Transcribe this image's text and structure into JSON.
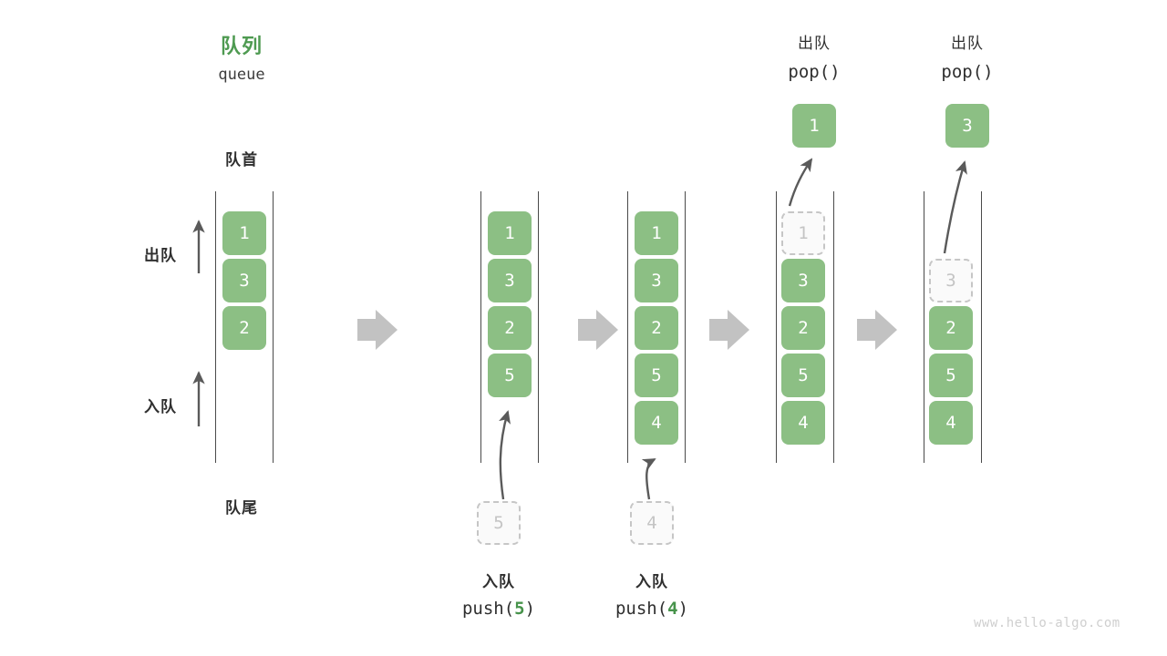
{
  "page": {
    "watermark": "www.hello-algo.com",
    "colors": {
      "node_fill": "#8cbf84",
      "node_text": "#ffffff",
      "ghost_fill": "#fafafa",
      "ghost_border": "#c6c6c6",
      "ghost_text": "#c4c4c4",
      "title_green": "#4e9a51",
      "rail": "#4a4a4a",
      "arrow_grey": "#c2c2c2",
      "thin_arrow": "#5a5a5a",
      "text": "#2f2f2f"
    }
  },
  "header": {
    "title_cn": "队列",
    "title_en": "queue"
  },
  "labels": {
    "front": "队首",
    "rear": "队尾",
    "dequeue": "出队",
    "enqueue": "入队"
  },
  "steps": [
    {
      "id": "step-initial",
      "kind": "initial",
      "nodes": [
        "1",
        "3",
        "2"
      ],
      "ghost_index": null,
      "caption_cn": "",
      "caption_code": ""
    },
    {
      "id": "step-push-5",
      "kind": "push",
      "nodes": [
        "1",
        "3",
        "2",
        "5"
      ],
      "incoming_value": "5",
      "caption_cn": "入队",
      "caption_code_prefix": "push(",
      "caption_code_value": "5",
      "caption_code_suffix": ")"
    },
    {
      "id": "step-push-4",
      "kind": "push",
      "nodes": [
        "1",
        "3",
        "2",
        "5",
        "4"
      ],
      "incoming_value": "4",
      "caption_cn": "入队",
      "caption_code_prefix": "push(",
      "caption_code_value": "4",
      "caption_code_suffix": ")"
    },
    {
      "id": "step-pop-1",
      "kind": "pop",
      "nodes": [
        "1",
        "3",
        "2",
        "5",
        "4"
      ],
      "ghost_index": 0,
      "popped_value": "1",
      "caption_cn": "出队",
      "caption_code": "pop()"
    },
    {
      "id": "step-pop-3",
      "kind": "pop",
      "nodes": [
        "3",
        "2",
        "5",
        "4"
      ],
      "ghost_index": 0,
      "popped_value": "3",
      "caption_cn": "出队",
      "caption_code": "pop()"
    }
  ]
}
